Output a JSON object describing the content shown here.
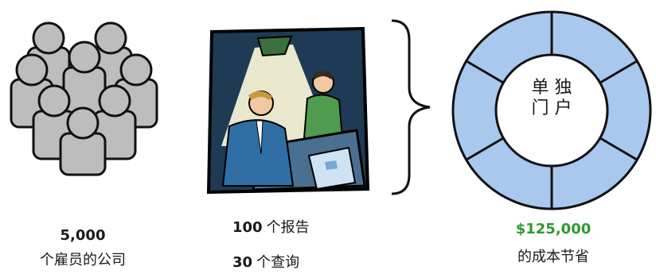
{
  "people": {
    "count": "5,000",
    "caption": "个雇员的公司"
  },
  "reports": {
    "reports_count": "100",
    "reports_label": "个报告",
    "queries_count": "30",
    "queries_label": "个查询"
  },
  "portal": {
    "center_line1": "单 独",
    "center_line2": "门 户",
    "segment_count": 6
  },
  "savings": {
    "amount": "$125,000",
    "caption": "的成本节省"
  },
  "colors": {
    "people_fill": "#bdbdbd",
    "ring_fill": "#a9c8ee",
    "savings_green": "#2e9a2e"
  },
  "icons": [
    "people-group-icon",
    "business-meeting-clipart-icon",
    "curly-brace-icon",
    "portal-ring-icon"
  ]
}
